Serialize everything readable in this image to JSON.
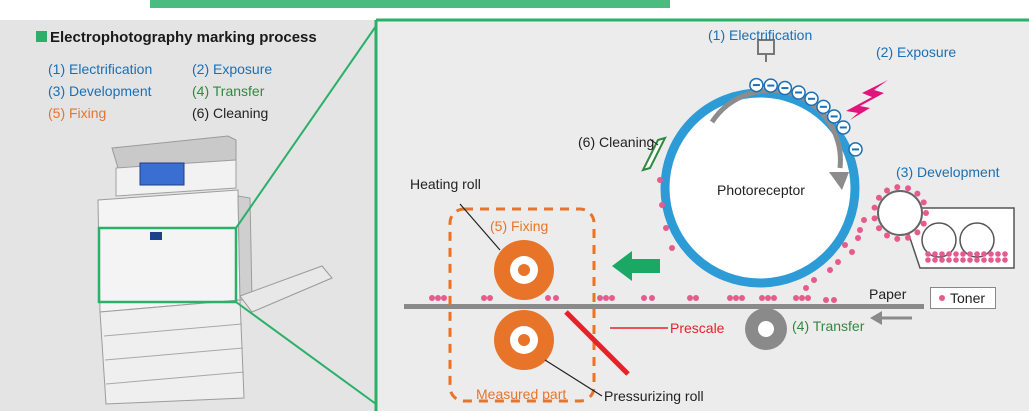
{
  "left_panel": {
    "title": "Electrophotography marking process",
    "steps": [
      "(1) Electrification",
      "(2) Exposure",
      "(3) Development",
      "(4) Transfer",
      "(5) Fixing",
      "(6) Cleaning"
    ]
  },
  "diagram": {
    "electrification": "(1) Electrification",
    "exposure": "(2) Exposure",
    "development": "(3) Development",
    "transfer": "(4) Transfer",
    "fixing": "(5) Fixing",
    "cleaning": "(6) Cleaning",
    "photoreceptor": "Photoreceptor",
    "heating_roll": "Heating roll",
    "pressurizing_roll": "Pressurizing roll",
    "paper": "Paper",
    "toner": "Toner",
    "prescale": "Prescale",
    "measured_part": "Measured part"
  },
  "colors": {
    "frame_green": "#2bb06a",
    "step_blue": "#1a6fb5",
    "transfer_green": "#2e8b3d",
    "fixing_orange": "#e8742a",
    "toner_pink": "#e65a8c",
    "prescale_red": "#e8202a",
    "drum_blue": "#2d9bd6"
  }
}
